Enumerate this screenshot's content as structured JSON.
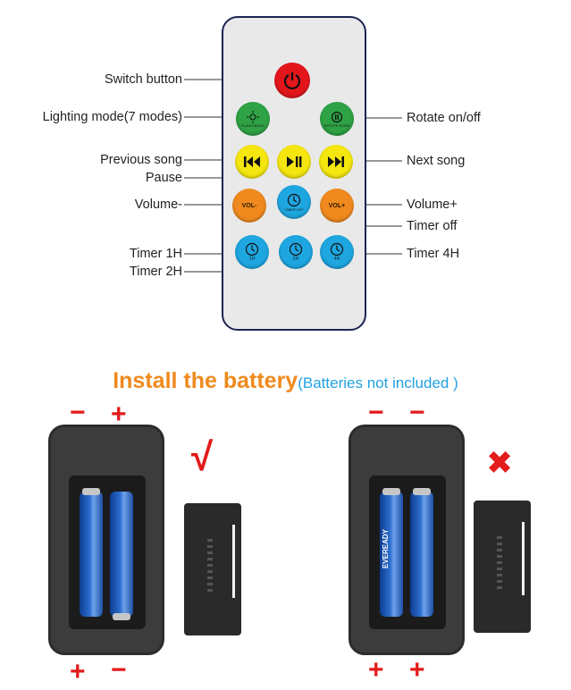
{
  "remote": {
    "buttons": {
      "power": {
        "icon": "power-icon"
      },
      "lighting": {
        "icon": "sun-icon",
        "sub": "FLASH MODE"
      },
      "rotate": {
        "icon": "rotate-icon",
        "sub": "ROTATE MODE"
      },
      "prev": {
        "icon": "previous-icon"
      },
      "play_pause": {
        "icon": "play-pause-icon"
      },
      "next": {
        "icon": "next-icon"
      },
      "vol_down": {
        "text": "VOL-"
      },
      "timer_off": {
        "icon": "clock-icon",
        "sub": "TIMER OFF"
      },
      "vol_up": {
        "text": "VOL+"
      },
      "timer_1h": {
        "icon": "clock-icon",
        "sub": "1H"
      },
      "timer_2h": {
        "icon": "clock-icon",
        "sub": "2H"
      },
      "timer_4h": {
        "icon": "clock-icon",
        "sub": "4H"
      }
    }
  },
  "labels": {
    "switch": "Switch button",
    "lighting": "Lighting mode(7 modes)",
    "rotate": "Rotate on/off",
    "previous": "Previous song",
    "next": "Next song",
    "pause": "Pause",
    "volume_down": "Volume-",
    "volume_up": "Volume+",
    "timer_off": "Timer off",
    "timer_1h": "Timer 1H",
    "timer_4h": "Timer 4H",
    "timer_2h": "Timer 2H"
  },
  "battery": {
    "title": "Install the battery",
    "subtitle": "(Batteries not included )",
    "correct": {
      "top_left": "−",
      "top_right": "+",
      "bottom_left": "+",
      "bottom_right": "−",
      "mark": "√"
    },
    "wrong": {
      "top_left": "−",
      "top_right": "−",
      "bottom_left": "+",
      "bottom_right": "+",
      "mark": "✖",
      "cell_brand": "EVEREADY"
    }
  },
  "colors": {
    "remote_outline": "#1c2452",
    "power": "#e3161c",
    "green": "#2ea244",
    "yellow": "#f4e60e",
    "orange": "#f08a1e",
    "blue": "#1ea6e0",
    "title": "#ef8a1d",
    "subtitle": "#21a1e0",
    "sign": "#e31b1b"
  }
}
